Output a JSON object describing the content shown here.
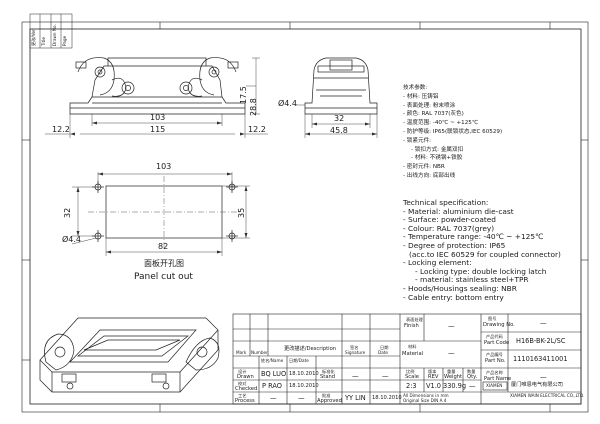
{
  "top_view": {
    "dim_height": "28.8",
    "dim_height_sub": "17.5",
    "dim_103": "103",
    "dim_115": "115",
    "dim_left_12": "12.2",
    "dim_right_12": "12.2",
    "dim_hole": "Ø4.4",
    "dim_32": "32",
    "dim_45": "45.8"
  },
  "panel_cutout": {
    "dim_103": "103",
    "dim_82": "82",
    "dim_32": "32",
    "dim_35": "35",
    "dim_hole": "Ø4.4",
    "title_cn": "面板开孔图",
    "title_en": "Panel cut out"
  },
  "spec_cn": [
    "技术参数:",
    "- 材料: 压铸铝",
    "- 表面处理: 粉末喷涂",
    "- 颜色: RAL 7037(灰色)",
    "- 温度范围: -40℃ ~ +125℃",
    "- 防护等级: IP65(联锁状态,IEC 60529)",
    "- 锁紧元件:",
    "  - 锁扣方式: 金属双扣",
    "  - 材料: 不锈钢+铁胶",
    "- 密封元件: NBR",
    "- 出线方向: 底部出线"
  ],
  "spec_en": [
    "Technical specification:",
    "- Material: aluminium die-cast",
    "- Surface: powder-coated",
    "- Colour: RAL 7037(grey)",
    "- Temperature range: -40℃ ~ +125℃",
    "- Degree of protection: IP65",
    "  (acc.to IEC 60529 for coupled connector)",
    "- Locking element:",
    "  - Locking type: double locking latch",
    "  - material: stainless steel+TPR",
    "- Hoods/Housings sealing: NBR",
    "- Cable entry: bottom entry"
  ],
  "title_block": {
    "finish_cn": "表面处理",
    "finish_en": "Finish",
    "material_cn": "材料",
    "material_en": "Material",
    "finish_value": "—",
    "material_value": "—",
    "drawing_no_cn": "图号",
    "drawing_no_en": "Drawing No.",
    "drawing_no_value": "—",
    "part_code_cn": "产品代码",
    "part_code_en": "Part Code",
    "part_code_value": "H16B-BK-2L/SC",
    "part_no_cn": "产品编号",
    "part_no_en": "Part No.",
    "part_no_value": "1110163411001",
    "part_name_cn": "产品名称",
    "part_name_en": "Part Name",
    "part_name_value": "—",
    "mark_label": "Mark",
    "number_label": "Number",
    "desc_cn": "更改描述/Description",
    "signature_cn": "签名",
    "signature_en": "Signature",
    "date_cn": "日期",
    "date_en": "Date",
    "drawn_cn": "设计",
    "drawn_en": "Drawn",
    "drawn_name": "BQ LUO",
    "drawn_date": "18.10.2010",
    "checked_cn": "校对",
    "checked_en": "Checked",
    "checked_name": "P RAO",
    "checked_date": "18.10.2010",
    "process_cn": "工艺",
    "process_en": "Process",
    "approved_cn": "批准",
    "approved_en": "Approved",
    "approved_name": "YY LIN",
    "approved_date": "18.10.2010",
    "standard_cn": "标准化",
    "standard_en": "Stand",
    "name_col": "姓名/Name",
    "date_col": "日期/Date",
    "scale_cn": "比例",
    "scale_en": "Scale",
    "scale_value": "2:3",
    "rev_cn": "版本",
    "rev_en": "REV",
    "rev_value": "V1.0",
    "weight_cn": "重量",
    "weight_en": "Weight",
    "weight_value": "330.9g",
    "qty_cn": "数量",
    "qty_en": "Qty.",
    "qty_value": "—",
    "dash": "—",
    "note_1": "All Dimensions in mm",
    "note_2": "Original Size DIN A 4",
    "company_logo": "XIAMEN",
    "company_cn": "厦门唯恩电气有限公司",
    "company_en": "XIAMEN WAIN ELECTRICAL CO.,LTD."
  },
  "margin_block": {
    "cells": [
      "更改/Ver",
      "Title",
      "Drawn No.",
      "Page"
    ]
  }
}
